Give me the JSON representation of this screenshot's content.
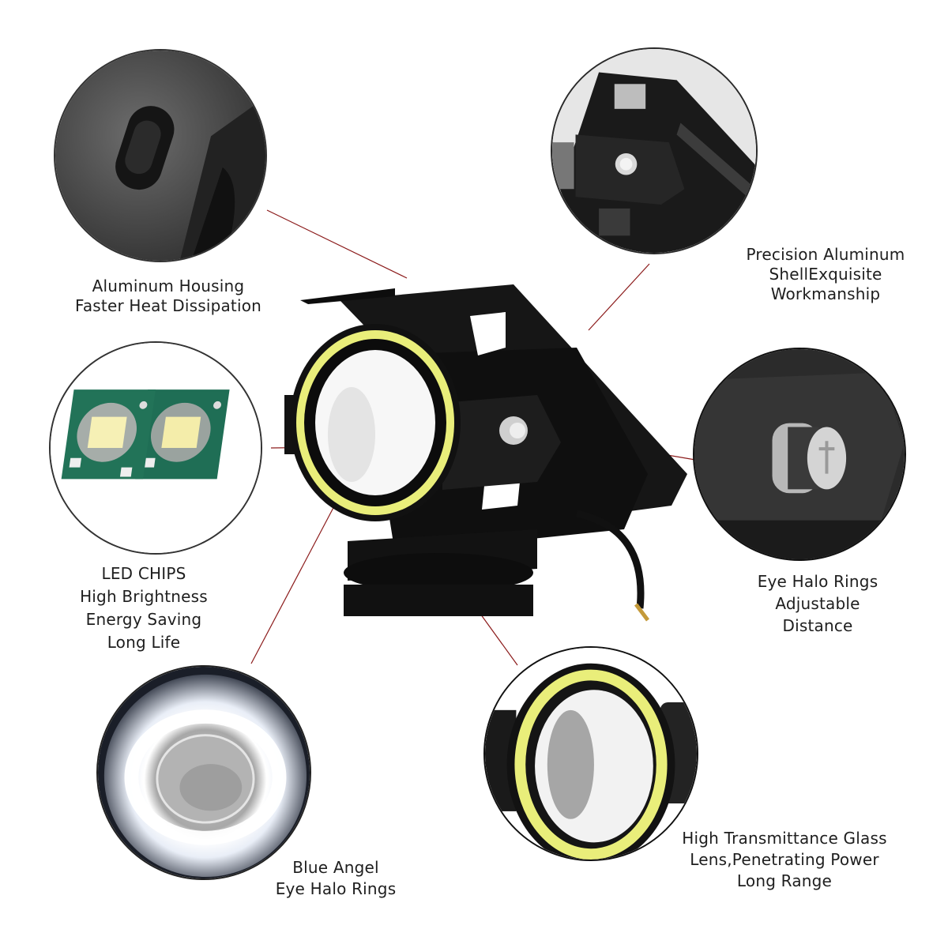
{
  "infographic": {
    "subject": "motorcycle LED projector spotlight with halo ring",
    "accent_colors": {
      "halo_ring": "#e9ee7a",
      "callout_line": "#8b1a1a",
      "housing": "#141414",
      "pcb_green": "#1f6e55"
    },
    "features": [
      {
        "id": "aluminum-housing",
        "lines": [
          "Aluminum Housing",
          "Faster Heat Dissipation"
        ],
        "circle_detail": "bracket slot close-up"
      },
      {
        "id": "precision-shell",
        "lines": [
          "Precision Aluminum",
          "ShellExquisite",
          "Workmanship"
        ],
        "circle_detail": "housing side with screw close-up"
      },
      {
        "id": "led-chips",
        "lines": [
          "LED CHIPS",
          "High Brightness",
          "Energy Saving",
          "Long Life"
        ],
        "circle_detail": "two LED chips on green boards"
      },
      {
        "id": "adjustable-distance",
        "lines": [
          "Eye Halo Rings",
          "Adjustable",
          "Distance"
        ],
        "circle_detail": "adjustment screw close-up"
      },
      {
        "id": "blue-angel",
        "lines": [
          "Blue Angel",
          "Eye Halo Rings"
        ],
        "circle_detail": "illuminated white halo ring"
      },
      {
        "id": "glass-lens",
        "lines": [
          "High Transmittance Glass",
          "Lens,Penetrating Power",
          "Long Range"
        ],
        "circle_detail": "lens with yellow halo ring close-up"
      }
    ]
  }
}
